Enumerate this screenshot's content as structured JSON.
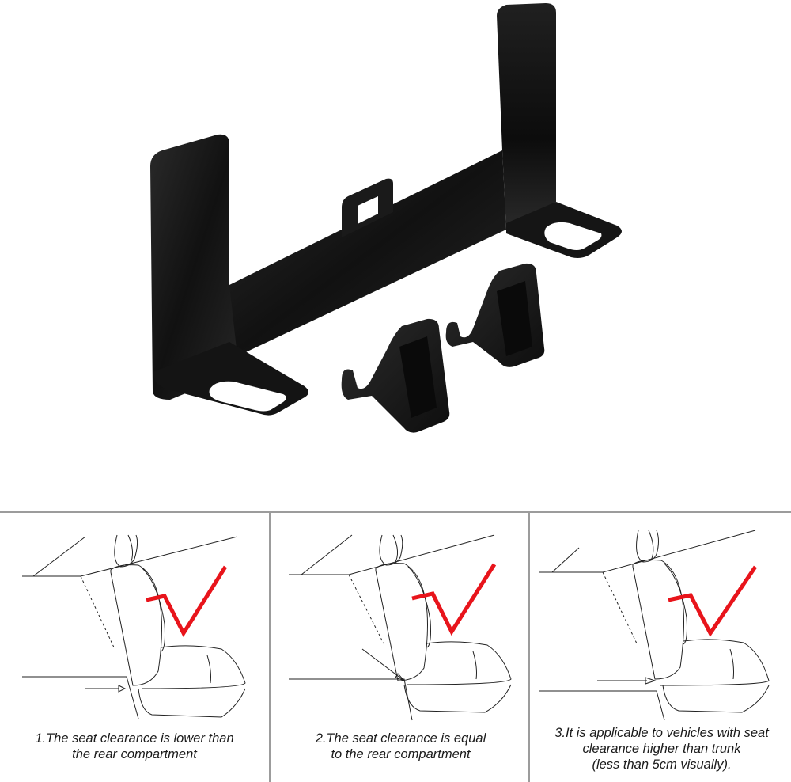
{
  "product": {
    "name": "seat-belt-latch-bracket",
    "parts": [
      "metal-bracket",
      "guide-clip-left",
      "guide-clip-right"
    ],
    "bracket_color": "#1b1b1b",
    "clip_color": "#161616"
  },
  "panels": [
    {
      "index": 1,
      "caption_lines": [
        "1.The seat clearance is lower than",
        "the rear compartment"
      ],
      "checkmark_color": "#e8141b"
    },
    {
      "index": 2,
      "caption_lines": [
        "2.The seat clearance is equal",
        "to the rear compartment"
      ],
      "checkmark_color": "#e8141b"
    },
    {
      "index": 3,
      "caption_lines": [
        "3.It is applicable to vehicles with seat",
        "clearance higher than trunk",
        "(less than 5cm visually)."
      ],
      "checkmark_color": "#e8141b"
    }
  ],
  "colors": {
    "divider": "#9c9c9c",
    "line_art": "#222222",
    "background": "#ffffff"
  }
}
